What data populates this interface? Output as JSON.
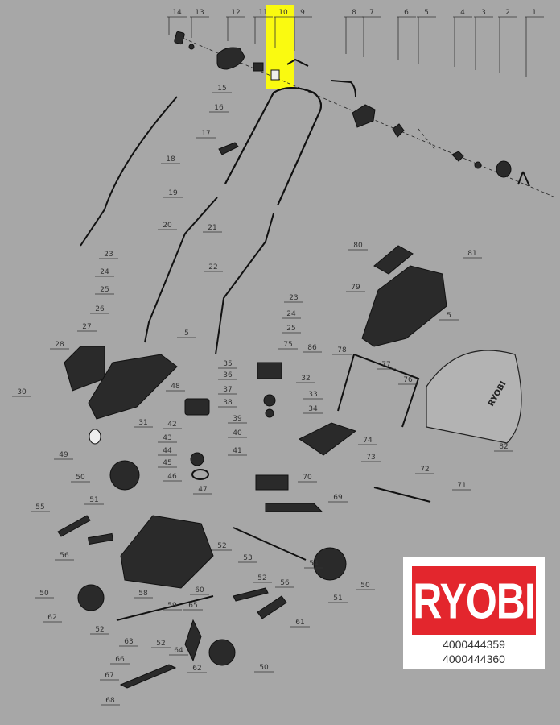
{
  "highlighted_part": "10",
  "colors": {
    "highlight": "#fafa10",
    "brand_red": "#e3262d",
    "background": "#a7a7a7"
  },
  "labels": [
    "14",
    "13",
    "12",
    "11",
    "10",
    "9",
    "8",
    "7",
    "6",
    "5",
    "4",
    "3",
    "2",
    "1",
    "15",
    "16",
    "17",
    "18",
    "19",
    "20",
    "21",
    "22",
    "23",
    "24",
    "25",
    "26",
    "27",
    "5",
    "28",
    "23",
    "24",
    "25",
    "75",
    "86",
    "35",
    "36",
    "37",
    "38",
    "48",
    "32",
    "33",
    "34",
    "39",
    "40",
    "41",
    "42",
    "43",
    "44",
    "45",
    "46",
    "47",
    "31",
    "49",
    "30",
    "50",
    "51",
    "55",
    "80",
    "81",
    "79",
    "5",
    "78",
    "77",
    "76",
    "74",
    "73",
    "72",
    "71",
    "70",
    "69",
    "82",
    "56",
    "52",
    "53",
    "52",
    "54",
    "56",
    "50",
    "51",
    "50",
    "58",
    "60",
    "62",
    "59",
    "65",
    "61",
    "52",
    "63",
    "52",
    "64",
    "66",
    "62",
    "50",
    "67",
    "68"
  ],
  "brand": {
    "logo": "RYOBI",
    "part_numbers": [
      "4000444359",
      "4000444360"
    ],
    "bag_logo": "RYOBI"
  }
}
